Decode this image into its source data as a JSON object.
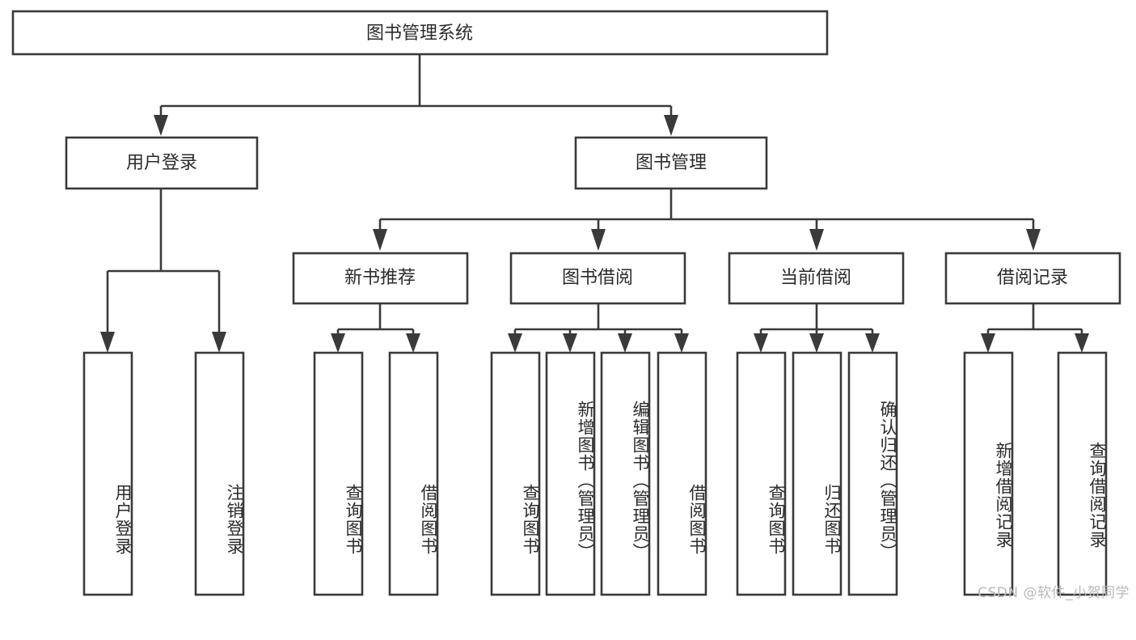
{
  "diagram": {
    "type": "tree",
    "title": "图书管理系统",
    "watermark": "CSDN @软件_小贺同学",
    "colors": {
      "stroke": "#3a3a3a",
      "fill": "#ffffff",
      "text": "#2b2b2b",
      "watermark": "#b9b9b9",
      "background": "#ffffff"
    },
    "root": {
      "label": "图书管理系统"
    },
    "level2": [
      {
        "label": "用户登录"
      },
      {
        "label": "图书管理"
      }
    ],
    "level3": [
      {
        "label": "新书推荐"
      },
      {
        "label": "图书借阅"
      },
      {
        "label": "当前借阅"
      },
      {
        "label": "借阅记录"
      }
    ],
    "leaves": {
      "user_login": [
        {
          "label": "用户登录"
        },
        {
          "label": "注销登录"
        }
      ],
      "new_book_recommend": [
        {
          "label": "查询图书"
        },
        {
          "label": "借阅图书"
        }
      ],
      "book_borrow": [
        {
          "label": "查询图书"
        },
        {
          "label": "新增图书（管理员）"
        },
        {
          "label": "编辑图书（管理员）"
        },
        {
          "label": "借阅图书"
        }
      ],
      "current_borrow": [
        {
          "label": "查询图书"
        },
        {
          "label": "归还图书"
        },
        {
          "label": "确认归还（管理员）"
        }
      ],
      "borrow_record": [
        {
          "label": "新增借阅记录"
        },
        {
          "label": "查询借阅记录"
        }
      ]
    }
  }
}
